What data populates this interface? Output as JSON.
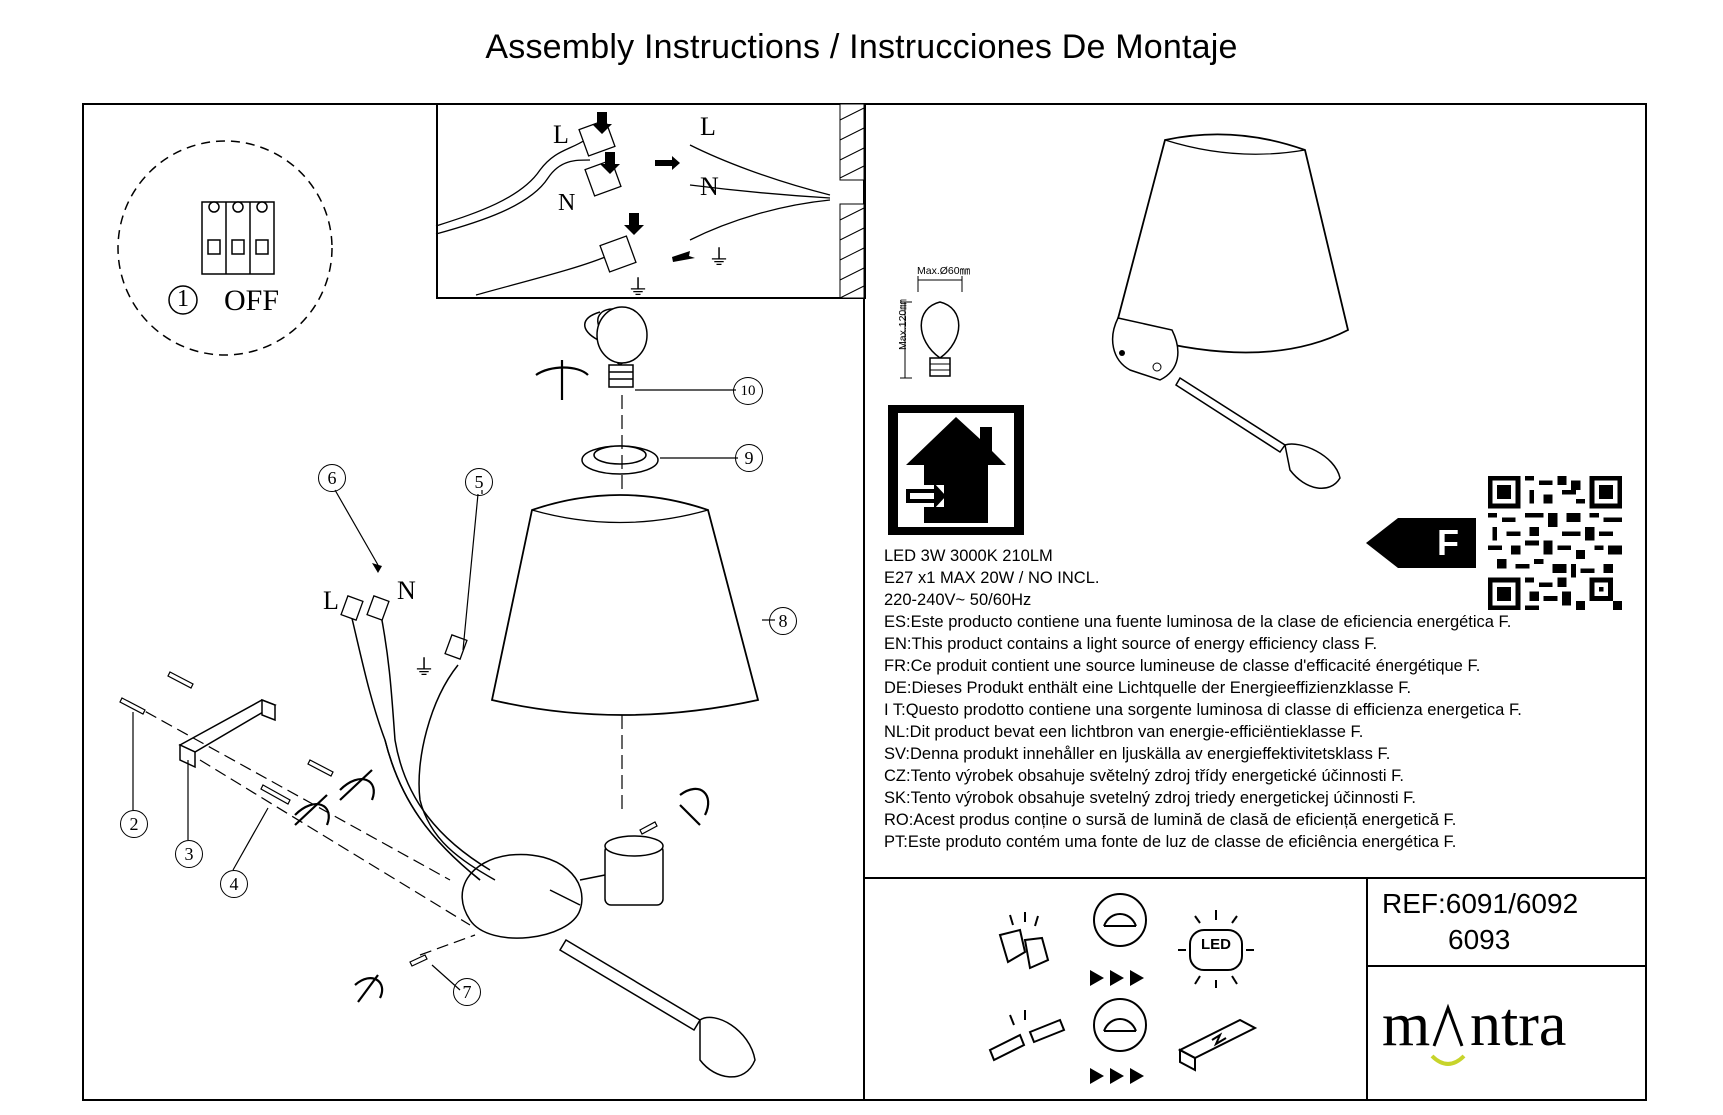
{
  "header": {
    "title": "Assembly Instructions / Instrucciones De Montaje"
  },
  "wiring": {
    "live": "L",
    "neutral": "N",
    "ground_symbol": "⏚"
  },
  "switch": {
    "step": "1",
    "state": "OFF"
  },
  "parts": [
    "2",
    "3",
    "4",
    "5",
    "6",
    "7",
    "8",
    "9",
    "10"
  ],
  "bulb": {
    "max_diameter": "Max.Ø60㎜",
    "max_height": "Max.120㎜"
  },
  "specs": {
    "lines": [
      "LED 3W 3000K 210LM",
      "E27 x1 MAX 20W / NO INCL.",
      "220-240V~ 50/60Hz"
    ],
    "energy_statements": [
      "ES:Este producto contiene una fuente luminosa de la clase de eficiencia energética F.",
      "EN:This product contains a light source of energy efficiency class F.",
      "FR:Ce produit contient une source lumineuse de classe d'efficacité énergétique F.",
      "DE:Dieses Produkt enthält eine Lichtquelle der Energieeffizienzklasse F.",
      "I T:Questo prodotto contiene una sorgente luminosa di classe di efficienza energetica F.",
      "NL:Dit product bevat een lichtbron van energie-efficiëntieklasse F.",
      "SV:Denna produkt innehåller en ljuskälla av energieffektivitetsklass F.",
      "CZ:Tento výrobek obsahuje světelný zdroj třídy energetické účinnosti F.",
      "SK:Tento výrobok obsahuje svetelný zdroj triedy energetickej účinnosti F.",
      "RO:Acest produs conține o sursă de lumină de clasă de eficiență energetică F.",
      "PT:Este produto contém uma fonte de luz de classe de eficiência energética F."
    ]
  },
  "energy_class": {
    "label": "F"
  },
  "disposal": {
    "led_label": "LED"
  },
  "reference": {
    "ref_line": "REF:6091/6092",
    "ref_line2": "6093"
  },
  "brand": {
    "name": "m^ntra",
    "part1": "m",
    "part2": "ntra",
    "accent_color": "#c7d42b"
  }
}
